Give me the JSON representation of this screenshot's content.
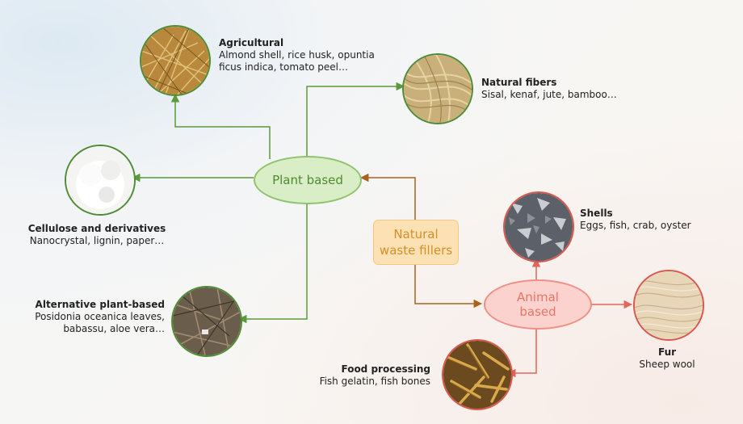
{
  "nodes": {
    "center": {
      "line1": "Natural",
      "line2": "waste fillers"
    },
    "plant": "Plant based",
    "animal": {
      "line1": "Animal",
      "line2": "based"
    }
  },
  "categories": {
    "agricultural": {
      "title": "Agricultural",
      "line1": "Almond shell, rice husk, opuntia",
      "line2": "ficus indica, tomato peel…",
      "photo": "dry-straw-photo"
    },
    "natural_fibers": {
      "title": "Natural fibers",
      "line1": "Sisal, kenaf, jute, bamboo…",
      "photo": "fiber-bundle-photo"
    },
    "cellulose": {
      "title": "Cellulose and derivatives",
      "line1": "Nanocrystal, lignin, paper…",
      "photo": "white-powder-photo"
    },
    "alt_plant": {
      "title": "Alternative plant-based",
      "line1": "Posidonia oceanica leaves,",
      "line2": "babassu, aloe vera…",
      "photo": "dried-leaves-photo"
    },
    "shells": {
      "title": "Shells",
      "line1": "Eggs, fish, crab, oyster",
      "photo": "shell-fragments-photo"
    },
    "fur": {
      "title": "Fur",
      "line1": "Sheep wool",
      "photo": "wool-photo"
    },
    "food": {
      "title": "Food processing",
      "line1": "Fish gelatin, fish bones",
      "photo": "fish-bones-photo"
    }
  },
  "colors": {
    "plant_line": "#5a9a3a",
    "animal_line": "#e0655c",
    "center_line": "#a9621e",
    "plant_fill": "#d9eec6",
    "animal_fill": "#fbd2cd",
    "center_fill": "#fce1b4"
  }
}
